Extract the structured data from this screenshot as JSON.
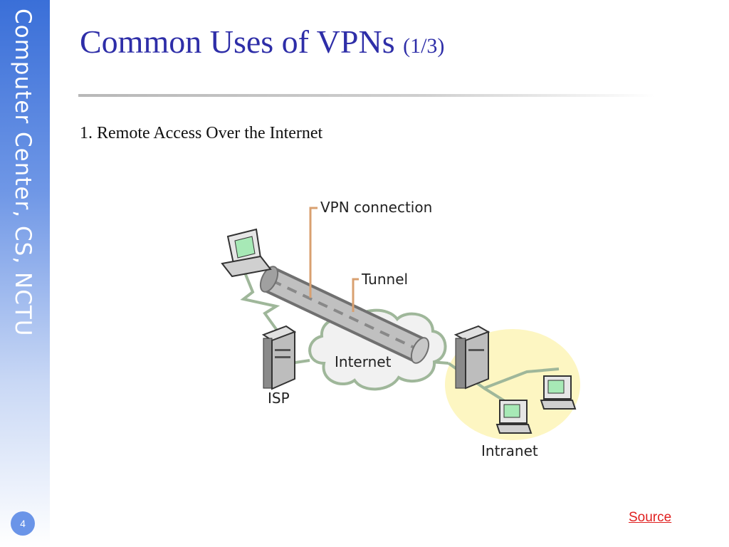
{
  "sidebar": {
    "text": "Computer Center, CS, NCTU"
  },
  "page_number": "4",
  "slide": {
    "title": "Common Uses of VPNs",
    "title_suffix": "(1/3)",
    "bullet": "1.  Remote Access Over the Internet"
  },
  "diagram": {
    "labels": {
      "vpn_connection": "VPN connection",
      "tunnel": "Tunnel",
      "internet": "Internet",
      "isp": "ISP",
      "intranet": "Intranet"
    }
  },
  "footer": {
    "source_link": "Source"
  },
  "colors": {
    "title": "#2e2ea8",
    "source_link": "#e02020",
    "sidebar": "#3a6fd8",
    "intranet_fill": "#fdf6c2",
    "callout_line": "#d9a070"
  }
}
